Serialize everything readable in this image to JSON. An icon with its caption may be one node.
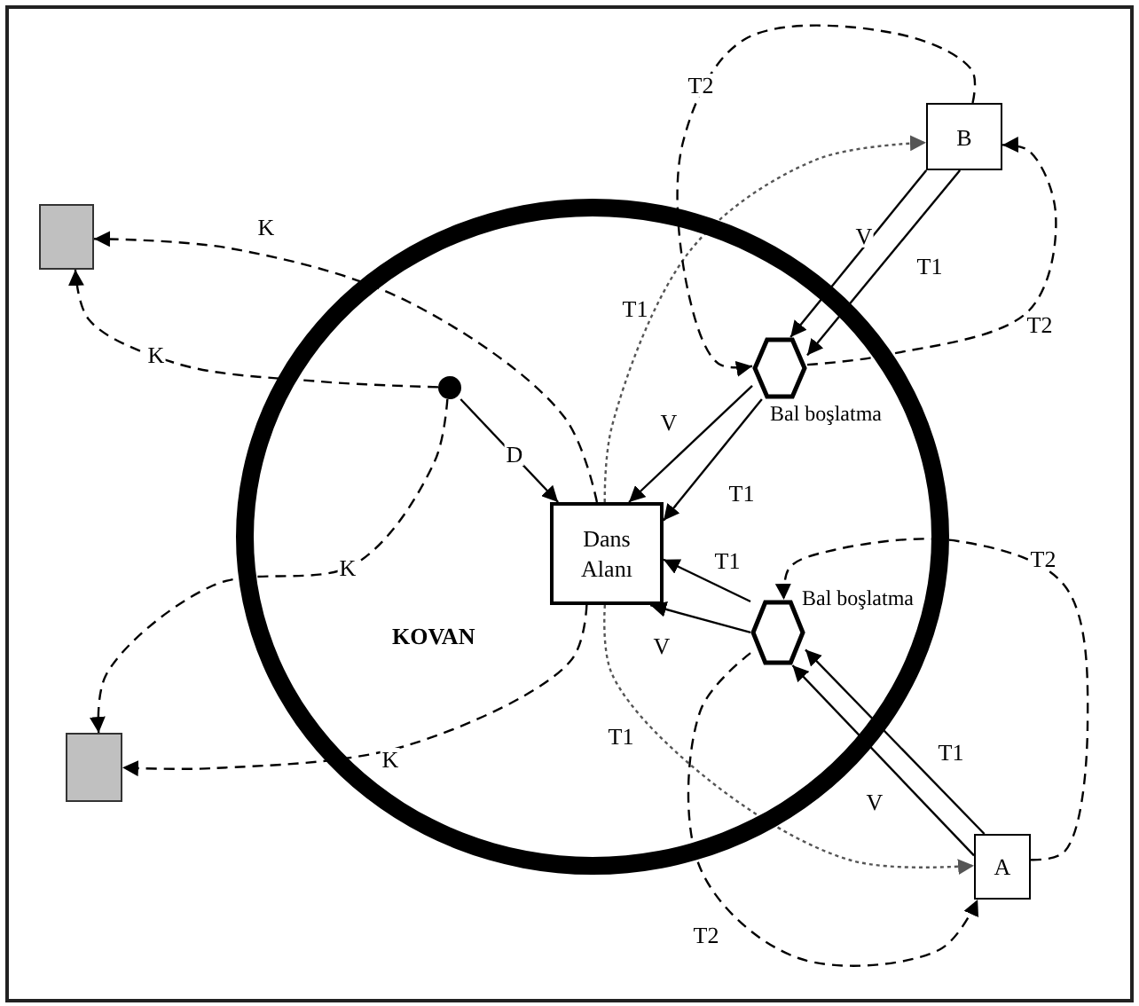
{
  "diagram": {
    "nodes": [
      {
        "text": [
          "KOVAN"
        ]
      },
      {
        "text": [],
        "shape": "box"
      },
      {
        "text": [],
        "shape": "circle",
        "in": 0
      },
      {
        "text": [
          "B"
        ]
      },
      {
        "text": [],
        "shape": "hexagon",
        "beside": [
          "Bal boşlatma"
        ],
        "in": 0
      },
      {
        "text": [
          "Dans Alanı"
        ],
        "in": 0
      },
      {
        "text": [],
        "shape": "hexagon",
        "beside": [
          "Bal boşlatma"
        ],
        "in": 0
      },
      {
        "text": [],
        "shape": "box"
      },
      {
        "text": [
          "A"
        ]
      }
    ],
    "edges": [
      {
        "from": 5,
        "to": 1,
        "arrow": "to",
        "label": "K",
        "style": "dashed"
      },
      {
        "from": 2,
        "to": 1,
        "arrow": "to",
        "label": "K",
        "style": "dashed"
      },
      {
        "from": 2,
        "to": 7,
        "arrow": "to",
        "label": "K",
        "style": "dashed"
      },
      {
        "from": 5,
        "to": 7,
        "arrow": "to",
        "label": "K",
        "style": "dashed"
      },
      {
        "from": 2,
        "to": 5,
        "arrow": "to",
        "label": "D"
      },
      {
        "from": 3,
        "to": 4,
        "arrow": "to",
        "label": "V"
      },
      {
        "from": 3,
        "to": 4,
        "arrow": "to",
        "label": "T1"
      },
      {
        "from": 5,
        "to": 3,
        "arrow": "to",
        "label": "T1",
        "style": "dashed",
        "color": "#555555"
      },
      {
        "from": 4,
        "to": 5,
        "arrow": "to",
        "label": "V"
      },
      {
        "from": 4,
        "to": 5,
        "arrow": "to",
        "label": "T1"
      },
      {
        "from": 3,
        "to": 4,
        "arrow": "to",
        "label": "T2",
        "style": "dashed"
      },
      {
        "from": 4,
        "to": 3,
        "arrow": "to",
        "label": "T2",
        "style": "dashed"
      },
      {
        "from": 6,
        "to": 5,
        "arrow": "to",
        "label": "T1"
      },
      {
        "from": 6,
        "to": 5,
        "arrow": "to",
        "label": "V"
      },
      {
        "from": 8,
        "to": 6,
        "arrow": "to",
        "label": "V"
      },
      {
        "from": 8,
        "to": 6,
        "arrow": "to",
        "label": "T1"
      },
      {
        "from": 5,
        "to": 8,
        "arrow": "to",
        "label": "T1",
        "style": "dashed",
        "color": "#555555"
      },
      {
        "from": 6,
        "to": 8,
        "arrow": "to",
        "label": "T2",
        "style": "dashed"
      },
      {
        "from": 8,
        "to": 6,
        "arrow": "to",
        "label": "T2",
        "style": "dashed"
      }
    ]
  }
}
